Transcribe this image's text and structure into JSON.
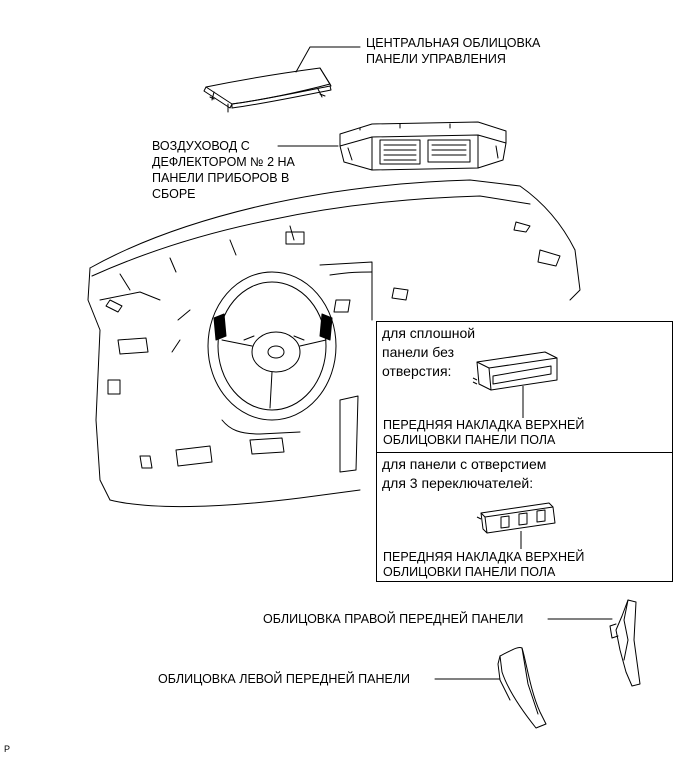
{
  "labels": {
    "center_panel": [
      "ЦЕНТРАЛЬНАЯ ОБЛИЦОВКА",
      "ПАНЕЛИ УПРАВЛЕНИЯ"
    ],
    "air_duct": [
      "ВОЗДУХОВОД С",
      "ДЕФЛЕКТОРОМ № 2 НА",
      "ПАНЕЛИ ПРИБОРОВ В",
      "СБОРЕ"
    ],
    "right_panel": "ОБЛИЦОВКА ПРАВОЙ ПЕРЕДНЕЙ ПАНЕЛИ",
    "left_panel": "ОБЛИЦОВКА ЛЕВОЙ ПЕРЕДНЕЙ ПАНЕЛИ"
  },
  "boxes": {
    "solid": {
      "title": [
        "для сплошной",
        "панели без",
        "отверстия:"
      ],
      "caption": [
        "ПЕРЕДНЯЯ НАКЛАДКА ВЕРХНЕЙ",
        "ОБЛИЦОВКИ ПАНЕЛИ ПОЛА"
      ]
    },
    "switches": {
      "title": [
        "для панели с отверстием",
        "для 3 переключателей:"
      ],
      "caption": [
        "ПЕРЕДНЯЯ НАКЛАДКА ВЕРХНЕЙ",
        "ОБЛИЦОВКИ ПАНЕЛИ ПОЛА"
      ]
    }
  },
  "figure_code": "P"
}
